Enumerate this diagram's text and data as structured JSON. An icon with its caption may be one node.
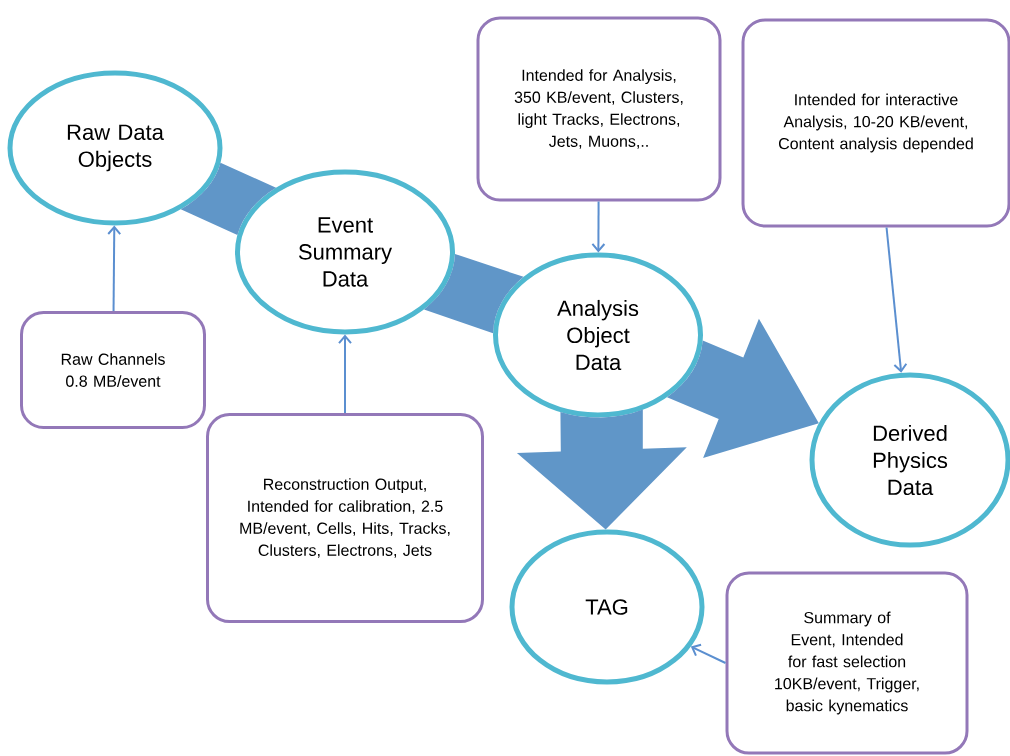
{
  "diagram": {
    "nodes": [
      {
        "text": [
          "Raw Data Objects"
        ]
      },
      {
        "text": [
          "Event Summary Data"
        ]
      },
      {
        "text": [
          "Analysis Object Data"
        ]
      },
      {
        "text": [
          "Derived Physics Data"
        ]
      },
      {
        "text": [
          "TAG"
        ]
      },
      {
        "text": [
          "Raw Channels 0.8 MB/event"
        ]
      },
      {
        "text": [
          "Reconstruction Output, Intended for calibration, 2.5 MB/event, Cells, Hits, Tracks, Clusters, Electrons, Jets"
        ]
      },
      {
        "text": [
          "Intended for Analysis, 350 KB/event, Clusters, light Tracks, Electrons, Jets, Muons,.."
        ]
      },
      {
        "text": [
          "Intended for interactive Analysis, 10-20 KB/event, Content analysis depended"
        ]
      },
      {
        "text": [
          "Summary of Event, Intended for fast selection 10KB/event, Trigger, basic kynematics"
        ]
      }
    ],
    "edges": [
      {
        "from": 0,
        "to": 1,
        "arrow": "none",
        "style": "thick"
      },
      {
        "from": 1,
        "to": 2,
        "arrow": "none",
        "style": "thick"
      },
      {
        "from": 2,
        "to": 3,
        "arrow": "to",
        "style": "thick"
      },
      {
        "from": 2,
        "to": 4,
        "arrow": "to",
        "style": "thick"
      },
      {
        "from": 5,
        "to": 0,
        "arrow": "to"
      },
      {
        "from": 6,
        "to": 1,
        "arrow": "to"
      },
      {
        "from": 7,
        "to": 2,
        "arrow": "to"
      },
      {
        "from": 8,
        "to": 3,
        "arrow": "to"
      },
      {
        "from": 9,
        "to": 4,
        "arrow": "to"
      }
    ]
  }
}
